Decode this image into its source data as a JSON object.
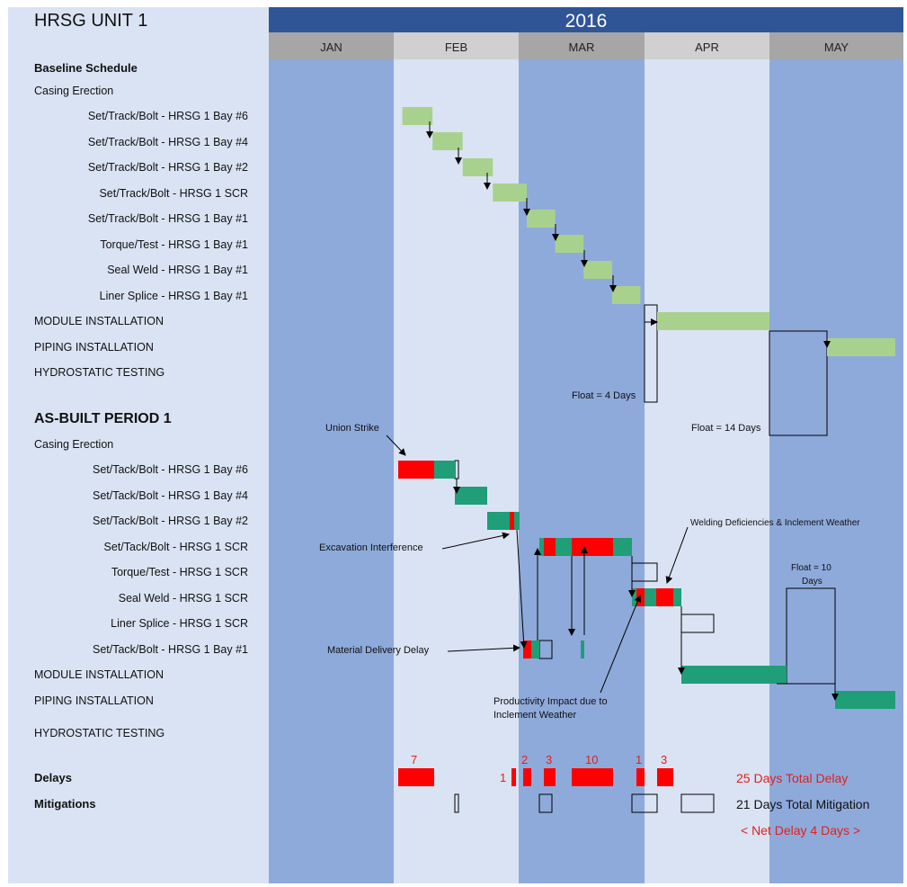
{
  "unit_title": "HRSG UNIT 1",
  "year": "2016",
  "months": [
    "JAN",
    "FEB",
    "MAR",
    "APR",
    "MAY"
  ],
  "colors": {
    "header_blue": "#2f5597",
    "month_gray": "#a6a6a6",
    "month_gray_light": "#d0d0d0",
    "dark_col": "#8eaadb",
    "light_col": "#dae3f3",
    "baseline_bar": "#a9d18e",
    "asbuilt_bar": "#1f9e77",
    "delay_red": "#ff0000",
    "summary_red": "#e0201c"
  },
  "baseline": {
    "title": "Baseline Schedule",
    "group": "Casing Erection",
    "rows": [
      {
        "label": "Set/Track/Bolt - HRSG 1 Bay #6",
        "start": "Feb 3",
        "end": "Feb 10"
      },
      {
        "label": "Set/Track/Bolt - HRSG 1 Bay #4",
        "start": "Feb 10",
        "end": "Feb 17"
      },
      {
        "label": "Set/Track/Bolt - HRSG 1 Bay #2",
        "start": "Feb 17",
        "end": "Feb 24"
      },
      {
        "label": "Set/Track/Bolt - HRSG 1 SCR",
        "start": "Feb 24",
        "end": "Mar 3"
      },
      {
        "label": "Set/Track/Bolt - HRSG 1 Bay #1",
        "start": "Mar 3",
        "end": "Mar 10"
      },
      {
        "label": "Torque/Test - HRSG 1 Bay #1",
        "start": "Mar 10",
        "end": "Mar 17"
      },
      {
        "label": "Seal Weld - HRSG 1 Bay #1",
        "start": "Mar 17",
        "end": "Mar 24"
      },
      {
        "label": "Liner Splice - HRSG 1 Bay #1",
        "start": "Mar 24",
        "end": "Mar 31"
      }
    ],
    "module_installation": {
      "label": "MODULE INSTALLATION",
      "start": "Apr 4",
      "end": "May 1"
    },
    "piping_installation": {
      "label": "PIPING INSTALLATION",
      "start": "May 15",
      "end": "May 31"
    },
    "hydrostatic_testing": {
      "label": "HYDROSTATIC TESTING"
    },
    "float_1": "Float = 4 Days",
    "float_2": "Float = 14 Days"
  },
  "asbuilt": {
    "title": "AS-BUILT PERIOD 1",
    "group": "Casing Erection",
    "rows": [
      {
        "label": "Set/Tack/Bolt - HRSG 1 Bay #6"
      },
      {
        "label": "Set/Tack/Bolt - HRSG 1 Bay #4"
      },
      {
        "label": "Set/Tack/Bolt - HRSG 1 Bay #2"
      },
      {
        "label": "Set/Tack/Bolt - HRSG 1 SCR"
      },
      {
        "label": "Torque/Test - HRSG 1 SCR"
      },
      {
        "label": "Seal Weld - HRSG 1 SCR"
      },
      {
        "label": "Liner Splice - HRSG 1 SCR"
      },
      {
        "label": "Set/Tack/Bolt - HRSG 1 Bay #1"
      }
    ],
    "module_installation": {
      "label": "MODULE INSTALLATION"
    },
    "piping_installation": {
      "label": "PIPING INSTALLATION"
    },
    "hydrostatic_testing": {
      "label": "HYDROSTATIC TESTING"
    }
  },
  "annotations": {
    "union_strike": "Union Strike",
    "excavation": "Excavation Interference",
    "material_delay": "Material Delivery Delay",
    "welding": "Welding Deficiencies & Inclement Weather",
    "productivity_1": "Productivity Impact due to",
    "productivity_2": "Inclement Weather",
    "float_10_a": "Float = 10",
    "float_10_b": "Days"
  },
  "summary": {
    "delays_label": "Delays",
    "mitigations_label": "Mitigations",
    "total_delay": "25 Days Total Delay",
    "total_mitigation": "21 Days Total Mitigation",
    "net_delay": "< Net Delay 4 Days >",
    "delay_counts": [
      {
        "value": "7",
        "start": "Feb 1",
        "days": 7
      },
      {
        "value": "1",
        "start": "Feb 24",
        "days": 1
      },
      {
        "value": "2",
        "start": "Mar 2",
        "days": 2
      },
      {
        "value": "3",
        "start": "Mar 7",
        "days": 3
      },
      {
        "value": "10",
        "start": "Mar 13",
        "days": 10
      },
      {
        "value": "1",
        "start": "Mar 29",
        "days": 1
      },
      {
        "value": "3",
        "start": "Apr 4",
        "days": 3
      }
    ]
  }
}
